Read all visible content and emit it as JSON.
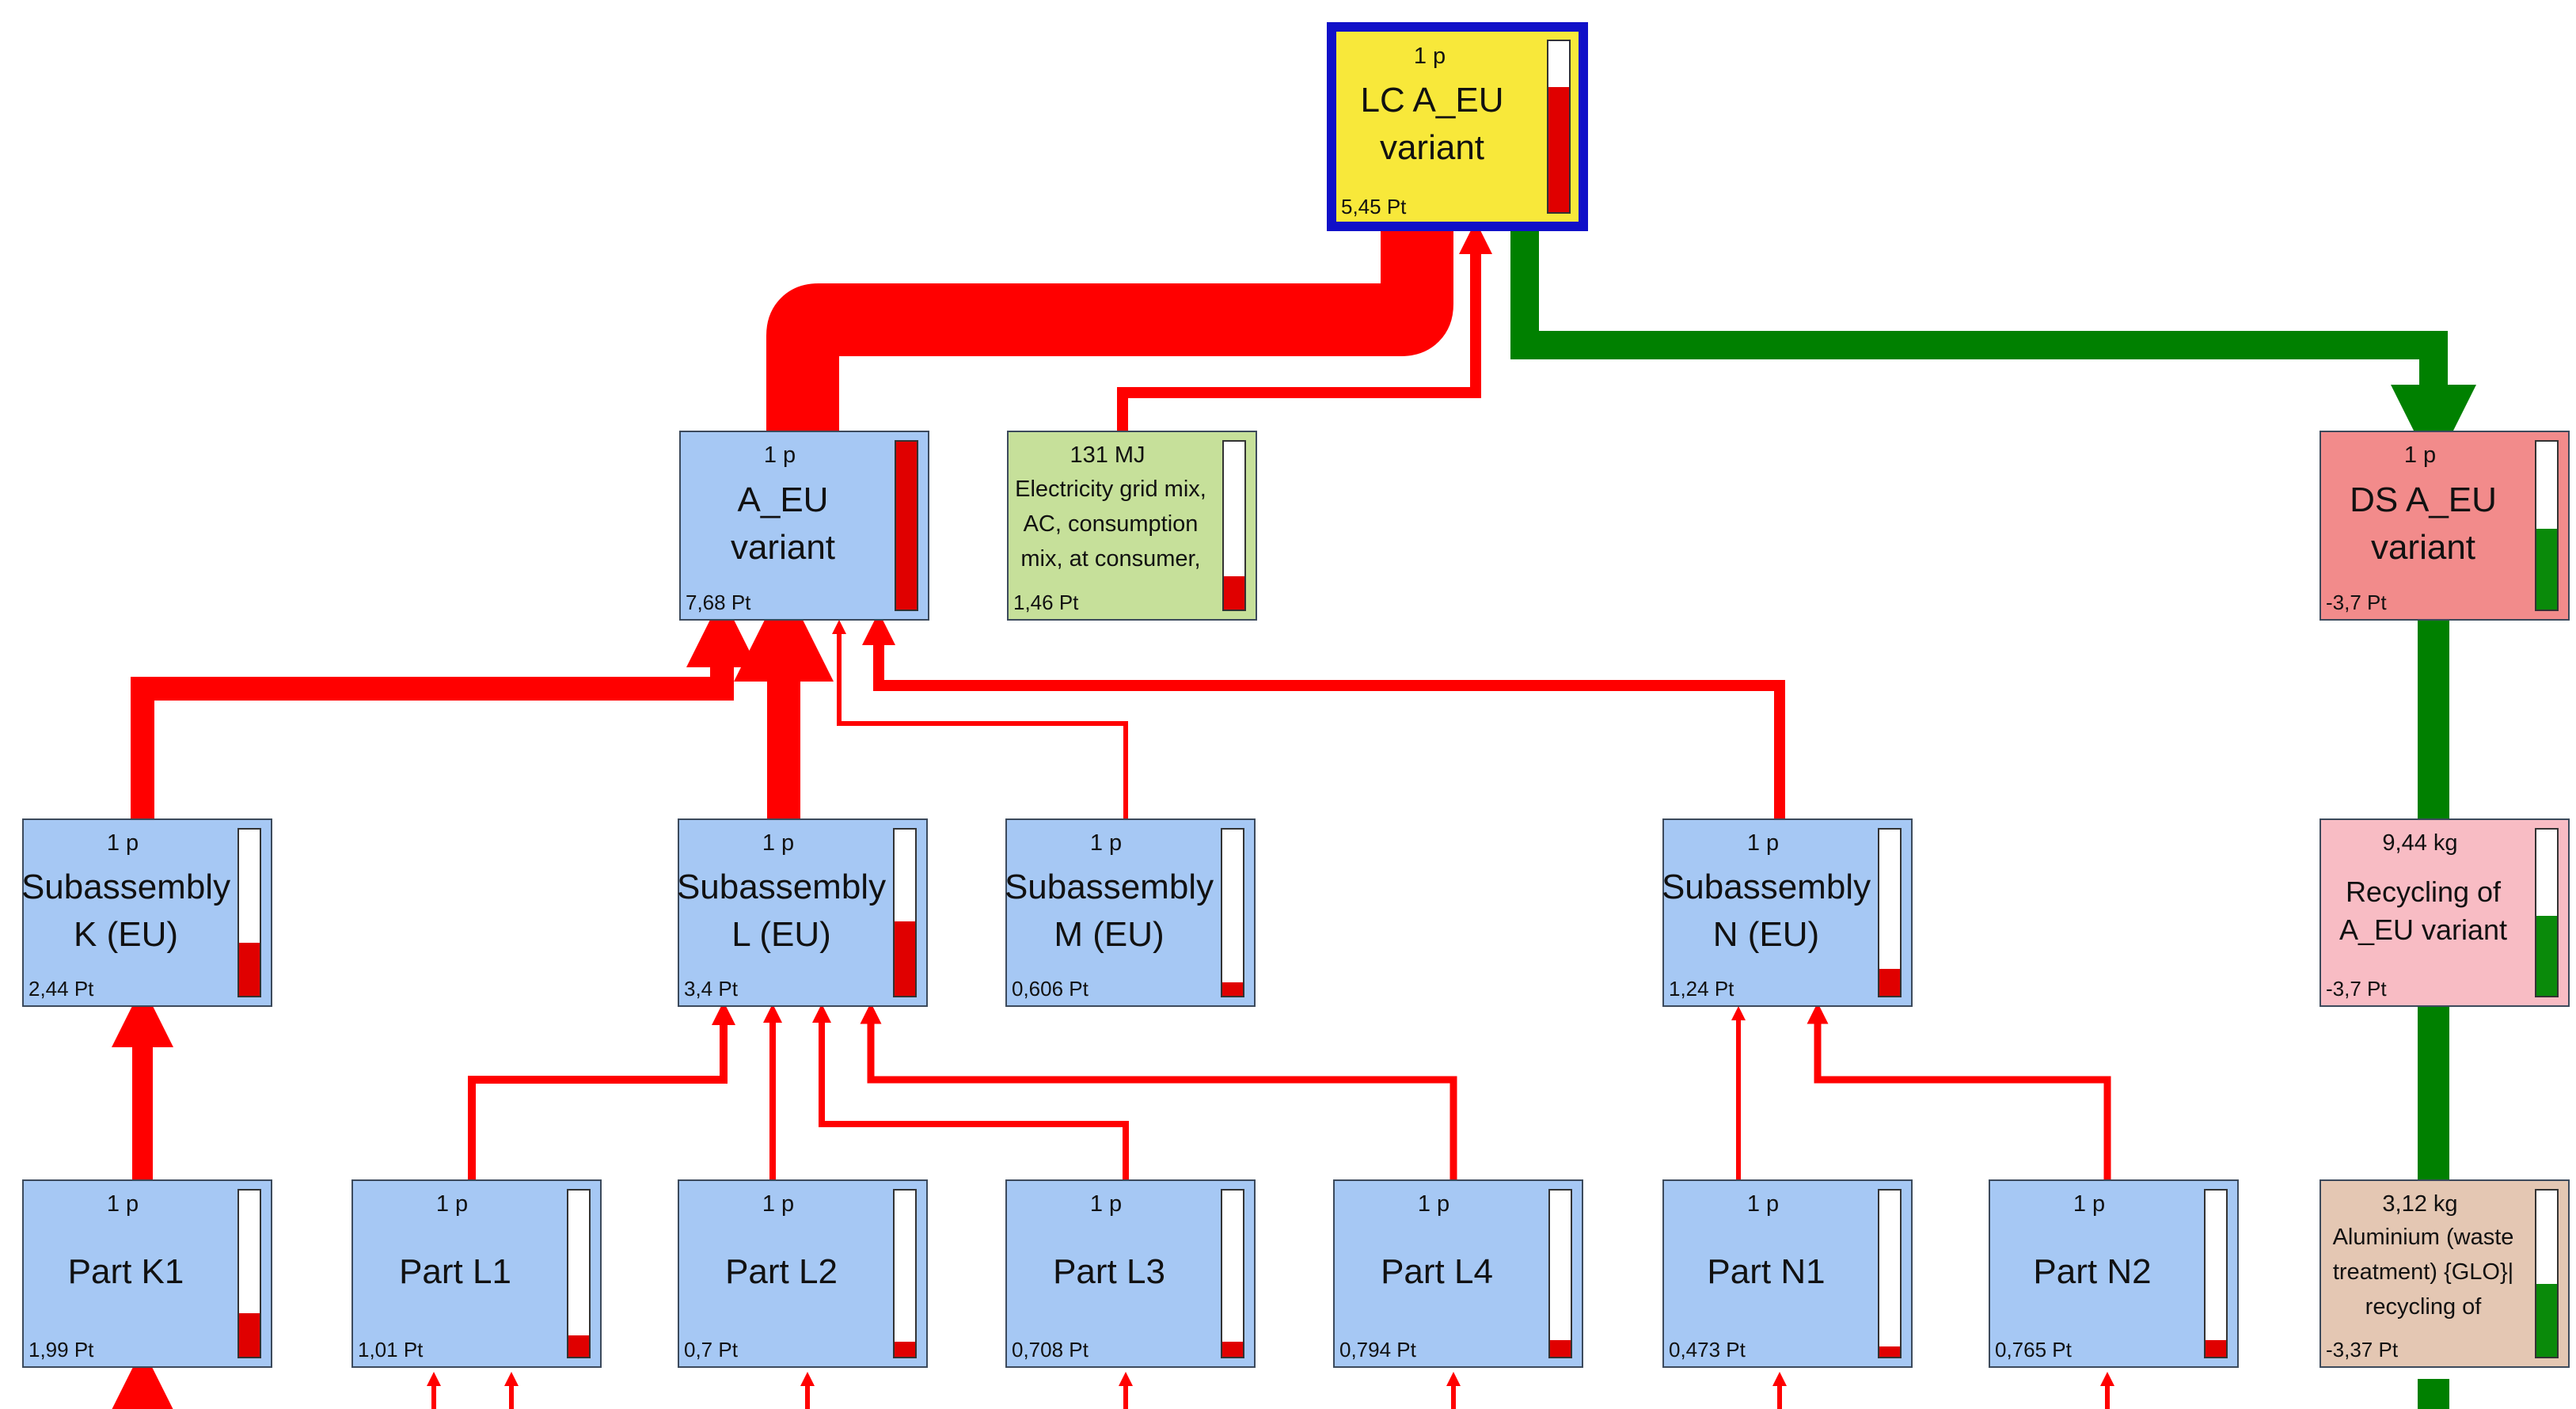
{
  "colors": {
    "impact_flow": "#ff0000",
    "credit_flow": "#008000",
    "root_fill": "#f8e83a",
    "root_border": "#1010c8",
    "product_fill": "#a6c8f4",
    "material_fill": "#c6e09a",
    "disposal_fill": "#f28b8b",
    "waste_fill": "#f8bcc4",
    "treatment_fill": "#e4c7b3"
  },
  "nodes": [
    {
      "id": "lc-a-eu-variant",
      "amount": "1 p",
      "name": "LC A_EU\nvariant",
      "score": "5,45 Pt",
      "level": 0.73,
      "bar_color": "#e00000",
      "fill": "#f8e83a",
      "style": "root"
    },
    {
      "id": "a-eu-variant",
      "amount": "1 p",
      "name": "A_EU\nvariant",
      "score": "7,68 Pt",
      "level": 1.0,
      "bar_color": "#e00000",
      "fill": "#a6c8f4",
      "style": "big"
    },
    {
      "id": "electricity-grid-mix",
      "amount": "131 MJ",
      "name": "Electricity grid mix,\nAC, consumption\nmix, at consumer,",
      "score": "1,46 Pt",
      "level": 0.2,
      "bar_color": "#e00000",
      "fill": "#c6e09a",
      "style": "small"
    },
    {
      "id": "ds-a-eu-variant",
      "amount": "1 p",
      "name": "DS A_EU\nvariant",
      "score": "-3,7 Pt",
      "level": 0.48,
      "bar_color": "#0a8a0a",
      "fill": "#f28b8b",
      "style": "big"
    },
    {
      "id": "subassembly-k-eu",
      "amount": "1 p",
      "name": "Subassembly\nK (EU)",
      "score": "2,44 Pt",
      "level": 0.32,
      "bar_color": "#e00000",
      "fill": "#a6c8f4",
      "style": "big"
    },
    {
      "id": "subassembly-l-eu",
      "amount": "1 p",
      "name": "Subassembly\nL (EU)",
      "score": "3,4 Pt",
      "level": 0.45,
      "bar_color": "#e00000",
      "fill": "#a6c8f4",
      "style": "big"
    },
    {
      "id": "subassembly-m-eu",
      "amount": "1 p",
      "name": "Subassembly\nM (EU)",
      "score": "0,606 Pt",
      "level": 0.08,
      "bar_color": "#e00000",
      "fill": "#a6c8f4",
      "style": "big"
    },
    {
      "id": "subassembly-n-eu",
      "amount": "1 p",
      "name": "Subassembly\nN (EU)",
      "score": "1,24 Pt",
      "level": 0.16,
      "bar_color": "#e00000",
      "fill": "#a6c8f4",
      "style": "big"
    },
    {
      "id": "recycling-of-a-eu-variant",
      "amount": "9,44 kg",
      "name": "Recycling of\nA_EU variant",
      "score": "-3,7 Pt",
      "level": 0.48,
      "bar_color": "#0a8a0a",
      "fill": "#f8bcc4",
      "style": "med"
    },
    {
      "id": "part-k1",
      "amount": "1 p",
      "name": "Part K1",
      "score": "1,99 Pt",
      "level": 0.26,
      "bar_color": "#e00000",
      "fill": "#a6c8f4",
      "style": "big"
    },
    {
      "id": "part-l1",
      "amount": "1 p",
      "name": "Part L1",
      "score": "1,01 Pt",
      "level": 0.13,
      "bar_color": "#e00000",
      "fill": "#a6c8f4",
      "style": "big"
    },
    {
      "id": "part-l2",
      "amount": "1 p",
      "name": "Part L2",
      "score": "0,7 Pt",
      "level": 0.09,
      "bar_color": "#e00000",
      "fill": "#a6c8f4",
      "style": "big"
    },
    {
      "id": "part-l3",
      "amount": "1 p",
      "name": "Part L3",
      "score": "0,708 Pt",
      "level": 0.09,
      "bar_color": "#e00000",
      "fill": "#a6c8f4",
      "style": "big"
    },
    {
      "id": "part-l4",
      "amount": "1 p",
      "name": "Part L4",
      "score": "0,794 Pt",
      "level": 0.1,
      "bar_color": "#e00000",
      "fill": "#a6c8f4",
      "style": "big"
    },
    {
      "id": "part-n1",
      "amount": "1 p",
      "name": "Part N1",
      "score": "0,473 Pt",
      "level": 0.06,
      "bar_color": "#e00000",
      "fill": "#a6c8f4",
      "style": "big"
    },
    {
      "id": "part-n2",
      "amount": "1 p",
      "name": "Part N2",
      "score": "0,765 Pt",
      "level": 0.1,
      "bar_color": "#e00000",
      "fill": "#a6c8f4",
      "style": "big"
    },
    {
      "id": "aluminium-waste-treatment",
      "amount": "3,12 kg",
      "name": "Aluminium (waste\ntreatment) {GLO}|\nrecycling of",
      "score": "-3,37 Pt",
      "level": 0.44,
      "bar_color": "#0a8a0a",
      "fill": "#e4c7b3",
      "style": "small"
    }
  ],
  "flows": [
    {
      "id": "a-eu-variant-to-root",
      "from": "a-eu-variant",
      "to": "lc-a-eu-variant",
      "kind": "impact",
      "strength": 7.68
    },
    {
      "id": "electricity-to-root",
      "from": "electricity-grid-mix",
      "to": "lc-a-eu-variant",
      "kind": "impact",
      "strength": 1.46
    },
    {
      "id": "root-to-ds",
      "from": "lc-a-eu-variant",
      "to": "ds-a-eu-variant",
      "kind": "credit",
      "strength": 3.7
    },
    {
      "id": "subassembly-k-to-a-eu",
      "from": "subassembly-k-eu",
      "to": "a-eu-variant",
      "kind": "impact",
      "strength": 2.44
    },
    {
      "id": "subassembly-l-to-a-eu",
      "from": "subassembly-l-eu",
      "to": "a-eu-variant",
      "kind": "impact",
      "strength": 3.4
    },
    {
      "id": "subassembly-m-to-a-eu",
      "from": "subassembly-m-eu",
      "to": "a-eu-variant",
      "kind": "impact",
      "strength": 0.606
    },
    {
      "id": "subassembly-n-to-a-eu",
      "from": "subassembly-n-eu",
      "to": "a-eu-variant",
      "kind": "impact",
      "strength": 1.24
    },
    {
      "id": "ds-to-recycling",
      "from": "ds-a-eu-variant",
      "to": "recycling-of-a-eu-variant",
      "kind": "credit",
      "strength": 3.7
    },
    {
      "id": "part-k1-to-k",
      "from": "part-k1",
      "to": "subassembly-k-eu",
      "kind": "impact",
      "strength": 1.99
    },
    {
      "id": "part-l1-to-l",
      "from": "part-l1",
      "to": "subassembly-l-eu",
      "kind": "impact",
      "strength": 1.01
    },
    {
      "id": "part-l2-to-l",
      "from": "part-l2",
      "to": "subassembly-l-eu",
      "kind": "impact",
      "strength": 0.7
    },
    {
      "id": "part-l3-to-l",
      "from": "part-l3",
      "to": "subassembly-l-eu",
      "kind": "impact",
      "strength": 0.708
    },
    {
      "id": "part-l4-to-l",
      "from": "part-l4",
      "to": "subassembly-l-eu",
      "kind": "impact",
      "strength": 0.794
    },
    {
      "id": "part-n1-to-n",
      "from": "part-n1",
      "to": "subassembly-n-eu",
      "kind": "impact",
      "strength": 0.473
    },
    {
      "id": "part-n2-to-n",
      "from": "part-n2",
      "to": "subassembly-n-eu",
      "kind": "impact",
      "strength": 0.765
    },
    {
      "id": "recycling-to-aluminium",
      "from": "recycling-of-a-eu-variant",
      "to": "aluminium-waste-treatment",
      "kind": "credit",
      "strength": 3.37
    }
  ]
}
